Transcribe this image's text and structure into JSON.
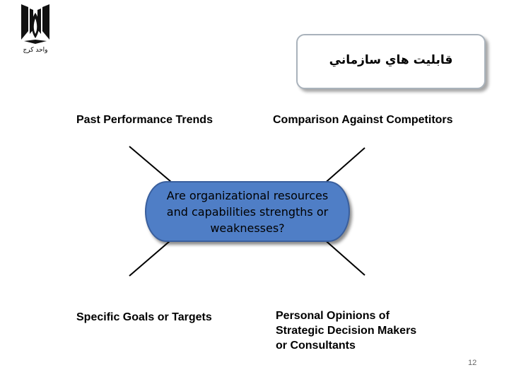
{
  "header": {
    "logo_caption": "واحد كرج",
    "title": "قابليت هاي سازماني"
  },
  "diagram": {
    "center_text": "Are organizational resources and capabilities strengths or weaknesses?",
    "top_left": "Past Performance Trends",
    "top_right": "Comparison Against Competitors",
    "bottom_left": "Specific Goals or Targets",
    "bottom_right": "Personal Opinions of Strategic Decision Makers or Consultants"
  },
  "footer": {
    "page_number": "12"
  },
  "colors": {
    "center_fill": "#4f7ec6",
    "title_border": "#a9b2bb"
  }
}
